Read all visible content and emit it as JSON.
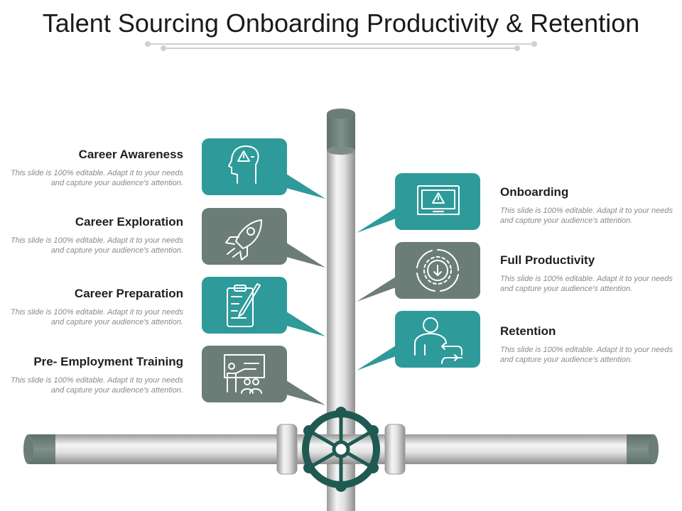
{
  "title": "Talent Sourcing Onboarding Productivity & Retention",
  "colors": {
    "teal": "#2e9a9a",
    "gray": "#6b7d76",
    "pipe": "#c8c8c8",
    "valve": "#1f5a52"
  },
  "stages_left": [
    {
      "label": "Career Awareness",
      "desc": "This slide is 100% editable. Adapt it to your needs and capture your audience's attention.",
      "icon": "head-warning-icon",
      "color": "teal"
    },
    {
      "label": "Career Exploration",
      "desc": "This slide is 100% editable. Adapt it to your needs and capture your audience's attention.",
      "icon": "rocket-icon",
      "color": "gray"
    },
    {
      "label": "Career Preparation",
      "desc": "This slide is 100% editable. Adapt it to your needs and capture your audience's attention.",
      "icon": "clipboard-pen-icon",
      "color": "teal"
    },
    {
      "label": "Pre- Employment Training",
      "desc": "This slide is 100% editable. Adapt it to your needs and capture your audience's attention.",
      "icon": "presentation-icon",
      "color": "gray"
    }
  ],
  "stages_right": [
    {
      "label": "Onboarding",
      "desc": "This slide is 100% editable. Adapt it to your needs and capture your audience's attention.",
      "icon": "laptop-warning-icon",
      "color": "teal"
    },
    {
      "label": "Full Productivity",
      "desc": "This slide is 100% editable. Adapt it to your needs and capture your audience's attention.",
      "icon": "gear-cycle-icon",
      "color": "gray"
    },
    {
      "label": "Retention",
      "desc": "This slide is 100% editable. Adapt it to your needs and capture your audience's attention.",
      "icon": "person-exchange-icon",
      "color": "teal"
    }
  ]
}
